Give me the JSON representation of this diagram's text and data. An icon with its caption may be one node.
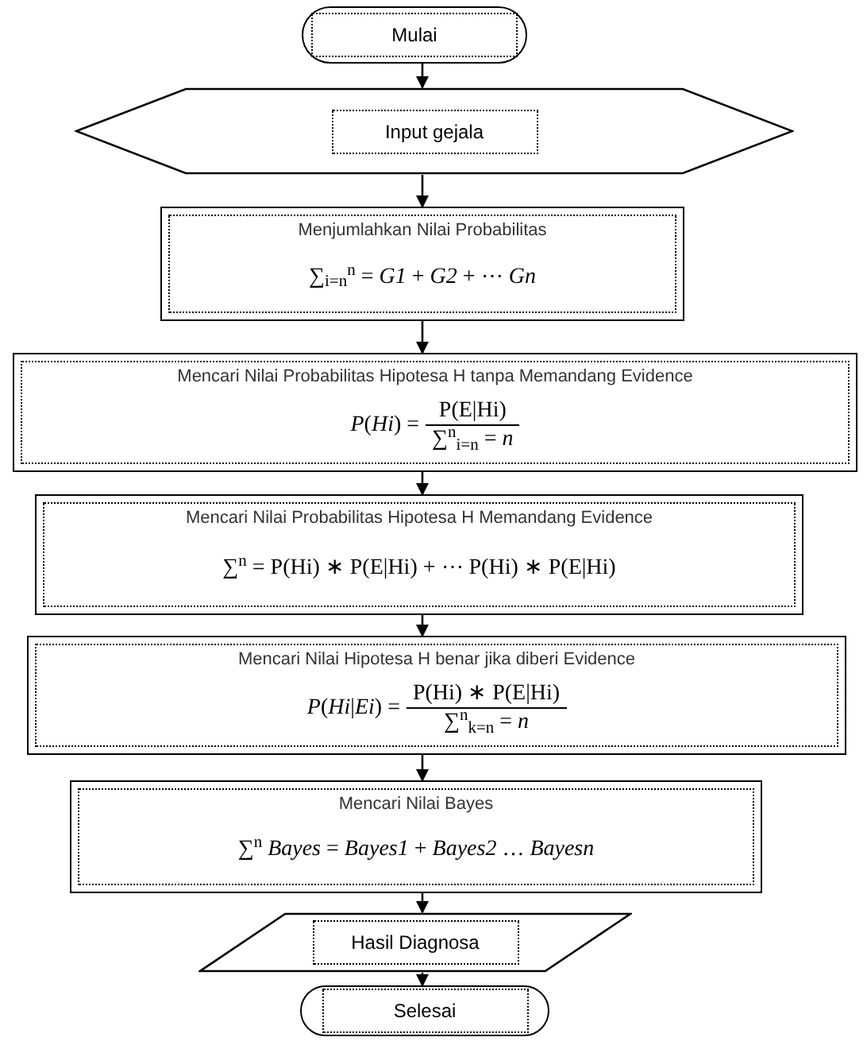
{
  "diagram": {
    "nodes": [
      {
        "text": [
          "Mulai"
        ]
      },
      {
        "text": [
          "Input gejala"
        ]
      },
      {
        "text": [
          "Menjumlahkan Nilai Probabilitas",
          "∑$_{i=n}$$^{n}$ = *G1* + *G2* + ⋯ *Gn*"
        ]
      },
      {
        "text": [
          "Mencari Nilai Probabilitas Hipotesa H tanpa Memandang Evidence",
          "*P*(*Hi*) =",
          "P(E|Hi)",
          "∑$^{n}$$_{i=n}$ = *n*"
        ]
      },
      {
        "text": [
          "Mencari Nilai Probabilitas Hipotesa H Memandang Evidence",
          "∑$^{n}$ = P(Hi) ∗ P(E|Hi) + ⋯ P(Hi) ∗ P(E|Hi)"
        ]
      },
      {
        "text": [
          "Mencari Nilai Hipotesa H benar jika diberi Evidence",
          "*P*(*Hi*|*Ei*) =",
          "P(Hi) ∗ P(E|Hi)",
          "∑$^{n}$$_{k=n}$ = *n*"
        ]
      },
      {
        "text": [
          "Mencari Nilai Bayes",
          "∑$^{n}$ *Bayes* = *Bayes1* + *Bayes2* … *Bayesn*"
        ]
      },
      {
        "text": [
          "Hasil Diagnosa"
        ]
      },
      {
        "text": [
          "Selesai"
        ]
      }
    ],
    "edges": [
      {
        "from": 0,
        "to": 1,
        "arrow": "to"
      },
      {
        "from": 1,
        "to": 2,
        "arrow": "to"
      },
      {
        "from": 2,
        "to": 3,
        "arrow": "to"
      },
      {
        "from": 3,
        "to": 4,
        "arrow": "to"
      },
      {
        "from": 4,
        "to": 5,
        "arrow": "to"
      },
      {
        "from": 5,
        "to": 6,
        "arrow": "to"
      },
      {
        "from": 6,
        "to": 7,
        "arrow": "to"
      },
      {
        "from": 7,
        "to": 8,
        "arrow": "to"
      }
    ]
  }
}
